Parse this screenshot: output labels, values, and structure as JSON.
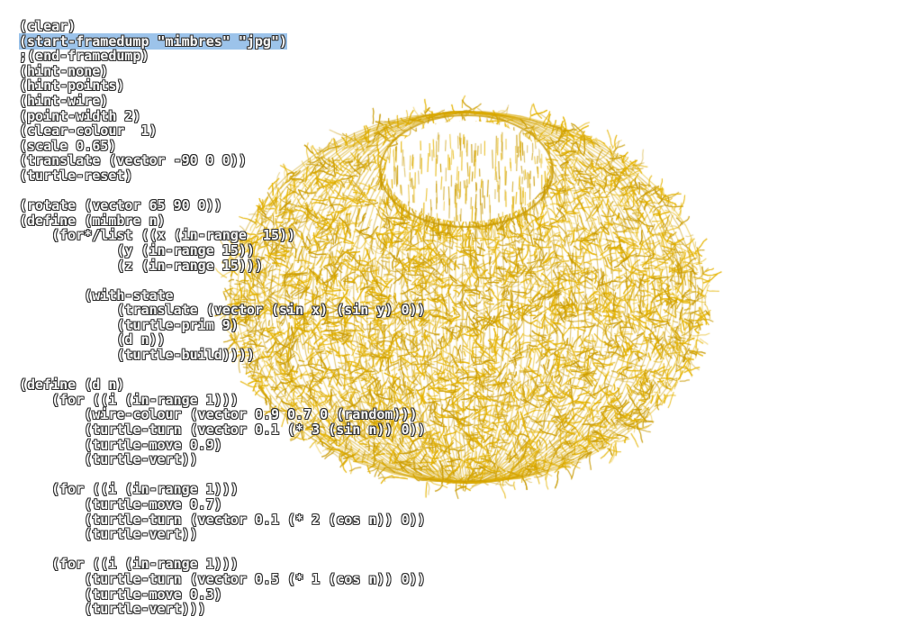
{
  "editor": {
    "lines": [
      "(clear)",
      "(start-framedump \"mimbres\" \"jpg\")",
      ";(end-framedump)",
      "(hint-none)",
      "(hint-points)",
      "(hint-wire)",
      "(point-width 2)",
      "(clear-colour  1)",
      "(scale 0.65)",
      "(translate (vector -90 0 0))",
      "(turtle-reset)",
      "",
      "(rotate (vector 65 90 0))",
      "(define (mimbre n)",
      "    (for*/list ((x (in-range  15))",
      "            (y (in-range 15))",
      "            (z (in-range 15)))",
      "",
      "        (with-state",
      "            (translate (vector (sin x) (sin y) 0))",
      "            (turtle-prim 9)",
      "            (d n))",
      "            (turtle-build))))",
      "",
      "(define (d n)",
      "    (for ((i (in-range 1)))",
      "        (wire-colour (vector 0.9 0.7 0 (random)))",
      "        (turtle-turn (vector 0.1 (* 3 (sin n)) 0))",
      "        (turtle-move 0.9)",
      "        (turtle-vert))",
      "",
      "    (for ((i (in-range 1)))",
      "        (turtle-move 0.7)",
      "        (turtle-turn (vector 0.1 (* 2 (cos n)) 0))",
      "        (turtle-vert))",
      "",
      "    (for ((i (in-range 1)))",
      "        (turtle-turn (vector 0.5 (* 1 (cos n)) 0))",
      "        (turtle-move 0.3)",
      "        (turtle-vert)))"
    ],
    "selected_line_index": 1,
    "selection_color": "#9cc3ea",
    "text_fill_color": "#f2f2f2",
    "text_outline_color": "#3a3a3a"
  },
  "render": {
    "background_color": "#ffffff",
    "wire_color": "#e6b400",
    "wire_color_dark": "#c99a00",
    "object": "wire-basket"
  }
}
